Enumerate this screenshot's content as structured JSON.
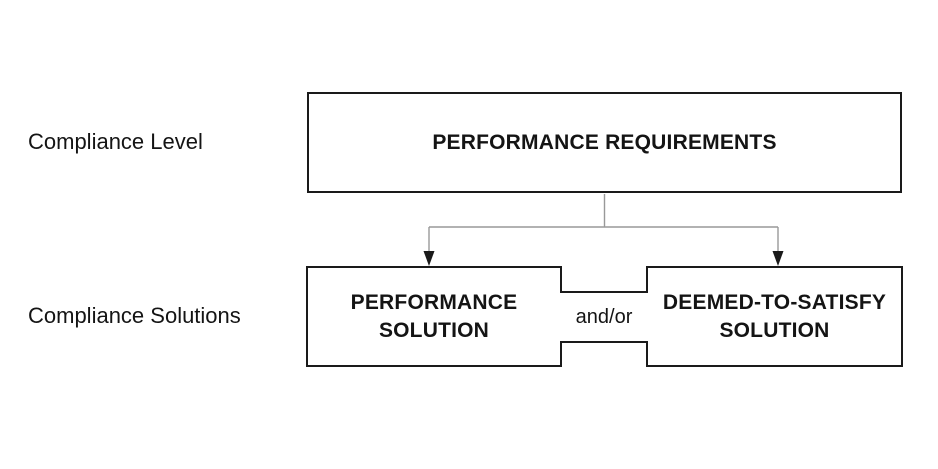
{
  "diagram": {
    "title_hint": "Compliance structure flow diagram",
    "colors": {
      "background": "#ffffff",
      "box_border": "#1a1a1a",
      "connector_line": "#999999",
      "text": "#141414"
    },
    "row_labels": {
      "compliance_level": "Compliance Level",
      "compliance_solutions": "Compliance Solutions"
    },
    "boxes": {
      "performance_requirements": {
        "title": "PERFORMANCE REQUIREMENTS"
      },
      "performance_solution": {
        "lines": [
          "PERFORMANCE",
          "SOLUTION"
        ]
      },
      "deemed_to_satisfy_solution": {
        "lines": [
          "DEEMED-TO-SATISFY",
          "SOLUTION"
        ]
      }
    },
    "connector_text": "and/or"
  }
}
